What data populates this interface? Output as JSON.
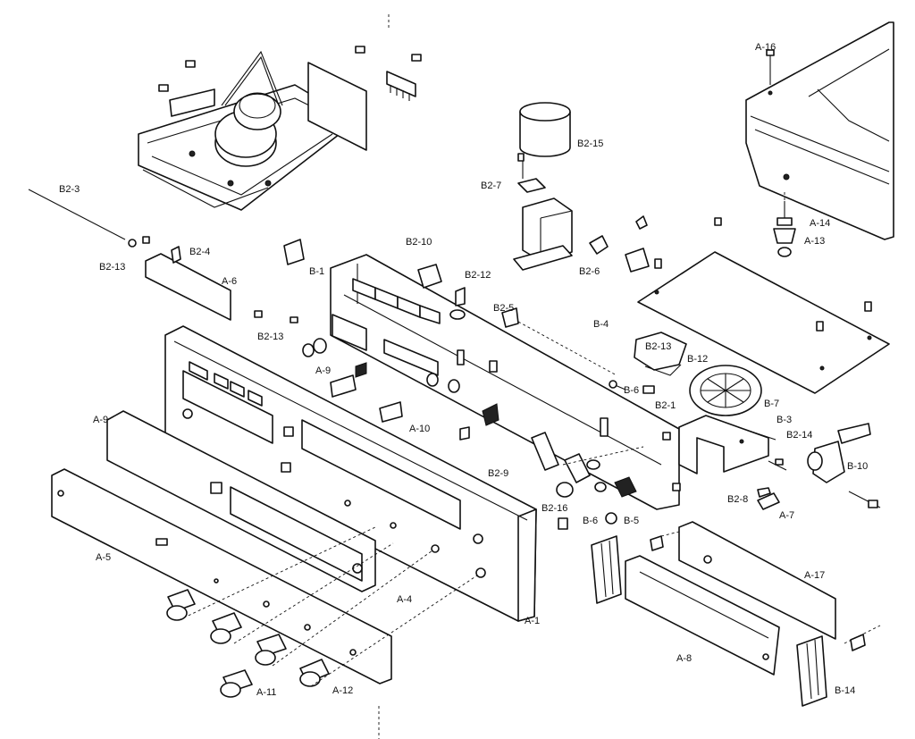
{
  "labels": {
    "a16": "A-16",
    "a14": "A-14",
    "a13": "A-13",
    "a6": "A-6",
    "a9_top": "A-9",
    "a9_left": "A-9",
    "a10": "A-10",
    "a5": "A-5",
    "a4": "A-4",
    "a1": "A-1",
    "a11": "A-11",
    "a12": "A-12",
    "a7": "A-7",
    "a17": "A-17",
    "a8": "A-8",
    "b1": "B-1",
    "b3": "B-3",
    "b4": "B-4",
    "b5": "B-5",
    "b6_top": "B-6",
    "b6_bot": "B-6",
    "b7": "B-7",
    "b10": "B-10",
    "b12": "B-12",
    "b14": "B-14",
    "b2_1": "B2-1",
    "b2_3": "B2-3",
    "b2_4": "B2-4",
    "b2_5": "B2-5",
    "b2_6": "B2-6",
    "b2_7": "B2-7",
    "b2_8": "B2-8",
    "b2_9": "B2-9",
    "b2_10": "B2-10",
    "b2_12": "B2-12",
    "b2_13_left": "B2-13",
    "b2_13_mid": "B2-13",
    "b2_13_right": "B2-13",
    "b2_14": "B2-14",
    "b2_15": "B2-15",
    "b2_16": "B2-16"
  }
}
